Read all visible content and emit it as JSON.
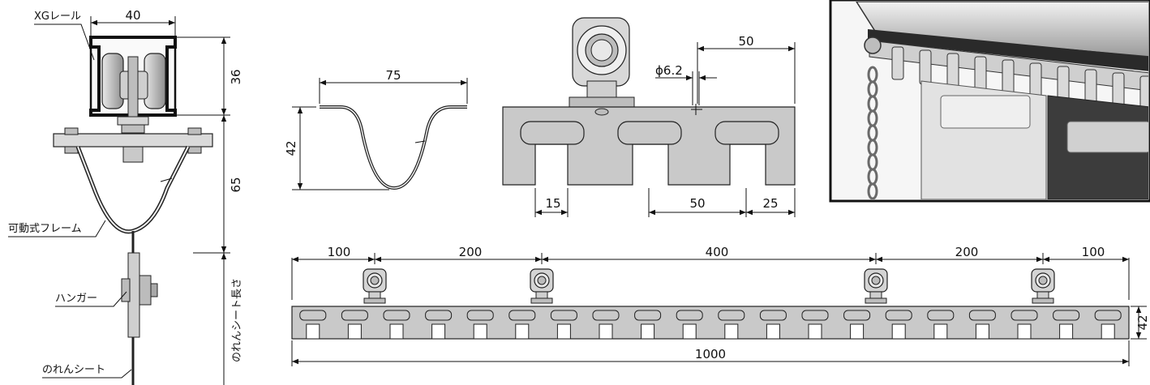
{
  "labels": {
    "rail": "XGレール",
    "frame": "可動式フレーム",
    "hanger": "ハンガー",
    "sheet": "のれんシート",
    "sheet_length": "のれんシート長さ"
  },
  "side_view_dims": {
    "rail_width": "40",
    "rail_height": "36",
    "frame_height": "65"
  },
  "frame_profile_dims": {
    "width": "75",
    "height": "42"
  },
  "hanger_detail_dims": {
    "hole_pitch": "50",
    "hole_diameter": "ϕ6.2",
    "edge_slot": "15",
    "slot_pitch": "50",
    "slot_width": "25"
  },
  "full_hanger_dims": {
    "span_1": "100",
    "span_2": "200",
    "span_3": "400",
    "span_4": "200",
    "span_5": "100",
    "height": "42",
    "total_length": "1000"
  },
  "photo": {
    "icon": "curtain-rail-photo"
  }
}
